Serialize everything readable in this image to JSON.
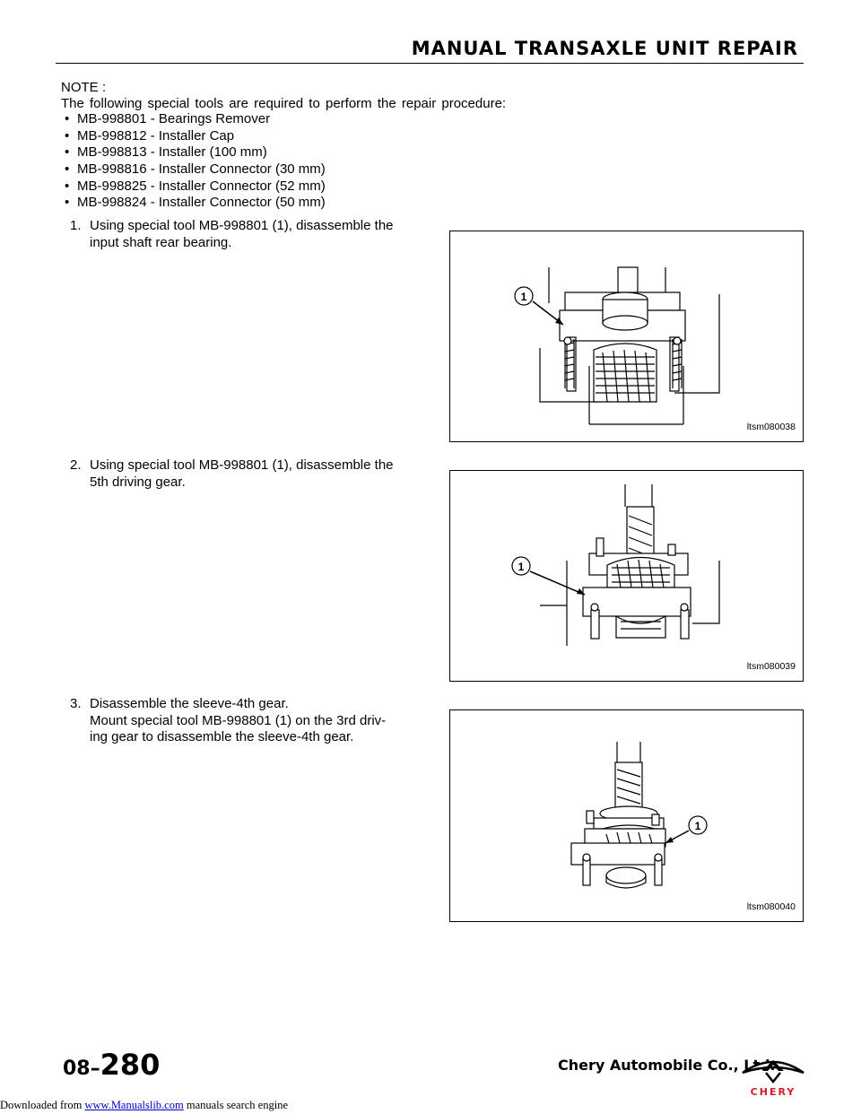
{
  "header": {
    "title": "MANUAL TRANSAXLE UNIT REPAIR"
  },
  "note": {
    "label": "NOTE :",
    "intro": "The following special tools are required to perform the repair procedure:",
    "bullet": "•",
    "tools": [
      "MB-998801 - Bearings Remover",
      "MB-998812 - Installer Cap",
      "MB-998813 - Installer (100 mm)",
      "MB-998816 - Installer Connector (30 mm)",
      "MB-998825 - Installer Connector (52 mm)",
      "MB-998824 - Installer Connector (50 mm)"
    ]
  },
  "steps": [
    {
      "num": "1.",
      "line1": "Using special tool MB-998801 (1), disassemble the",
      "line2": "input shaft rear bearing."
    },
    {
      "num": "2.",
      "line1": "Using special tool MB-998801 (1), disassemble the",
      "line2": "5th driving gear."
    },
    {
      "num": "3.",
      "line1": "Disassemble the sleeve-4th gear.",
      "line2": "Mount special tool MB-998801 (1) on the 3rd driv-",
      "line3": "ing gear to disassemble the sleeve-4th gear."
    }
  ],
  "figures": [
    {
      "code": "ltsm080038",
      "callout": "1"
    },
    {
      "code": "ltsm080039",
      "callout": "1"
    },
    {
      "code": "ltsm080040",
      "callout": "1"
    }
  ],
  "footer": {
    "section": "08–",
    "page": "280",
    "company": "Chery Automobile Co., Ltd.",
    "logo_text": "CHERY",
    "logo_color": "#d01f26"
  },
  "download": {
    "prefix": "Downloaded from ",
    "link": "www.Manualslib.com",
    "suffix": " manuals search engine"
  }
}
